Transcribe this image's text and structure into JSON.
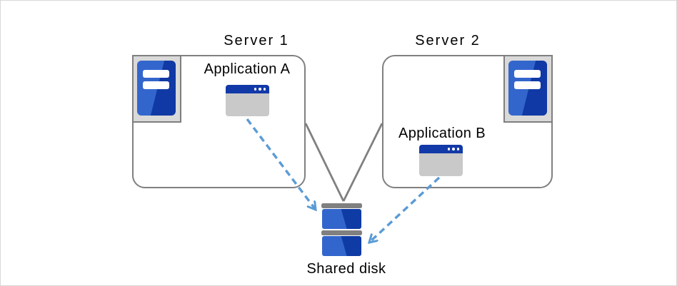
{
  "diagram": {
    "server1": {
      "label": "Server 1",
      "app_label": "Application A"
    },
    "server2": {
      "label": "Server 2",
      "app_label": "Application B"
    },
    "disk": {
      "label": "Shared disk"
    }
  },
  "icons": {
    "server1_icon": "server-tower-icon",
    "server2_icon": "server-tower-icon",
    "app_a_icon": "app-window-icon",
    "app_b_icon": "app-window-icon",
    "disk_icon": "stacked-disk-icon"
  },
  "colors": {
    "box_border_gray": "#808080",
    "connector_gray": "#808080",
    "arrow_dashed_blue": "#5b9bd5",
    "icon_frame_fill": "#d9d9d9",
    "tower_blue_light": "#3366cc",
    "tower_blue_dark": "#1039a6",
    "window_titlebar_blue": "#1239a8",
    "window_body_gray": "#c9c9c9",
    "disk_blue_light": "#3366cc",
    "disk_blue_dark": "#0f3ba5",
    "disk_cap_gray": "#808080",
    "canvas_border": "#d7d7d7",
    "text_color": "#000000"
  }
}
